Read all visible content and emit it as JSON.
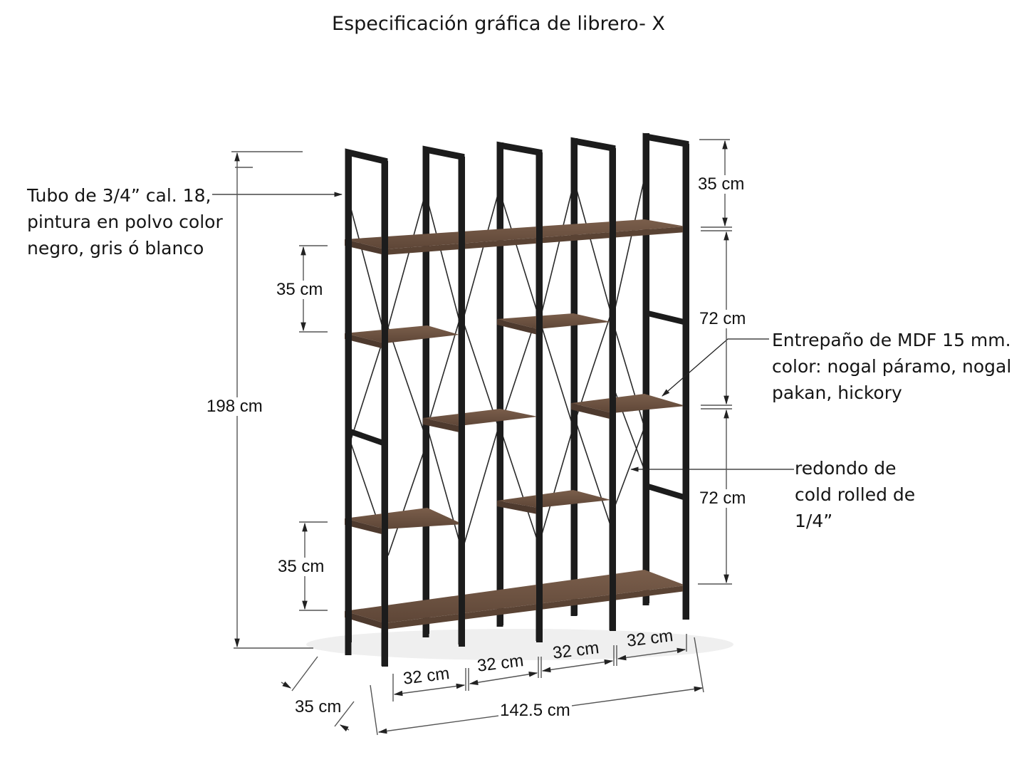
{
  "title": "Especificación gráfica de librero- X",
  "callouts": {
    "tube": {
      "lines": [
        "Tubo de 3/4” cal. 18,",
        "pintura en polvo color",
        "negro, gris ó blanco"
      ]
    },
    "shelf": {
      "lines": [
        "Entrepaño de MDF 15 mm.",
        "color: nogal páramo, nogal",
        "pakan, hickory"
      ]
    },
    "rod": {
      "lines": [
        "redondo de",
        "cold rolled de",
        "1/4”"
      ]
    }
  },
  "dimensions": {
    "total_height": "198 cm",
    "left_top_gap": "35 cm",
    "left_bottom_gap": "35 cm",
    "right_top": "35 cm",
    "right_middle": "72 cm",
    "right_lower": "72 cm",
    "bay_widths": [
      "32 cm",
      "32 cm",
      "32 cm",
      "32 cm"
    ],
    "total_width": "142.5 cm",
    "depth": "35 cm"
  },
  "colors": {
    "frame": "#1c1c1c",
    "wood": "#6b5242",
    "wood_edge": "#4e3a2e",
    "dimension_line": "#555555",
    "text": "#151515"
  }
}
